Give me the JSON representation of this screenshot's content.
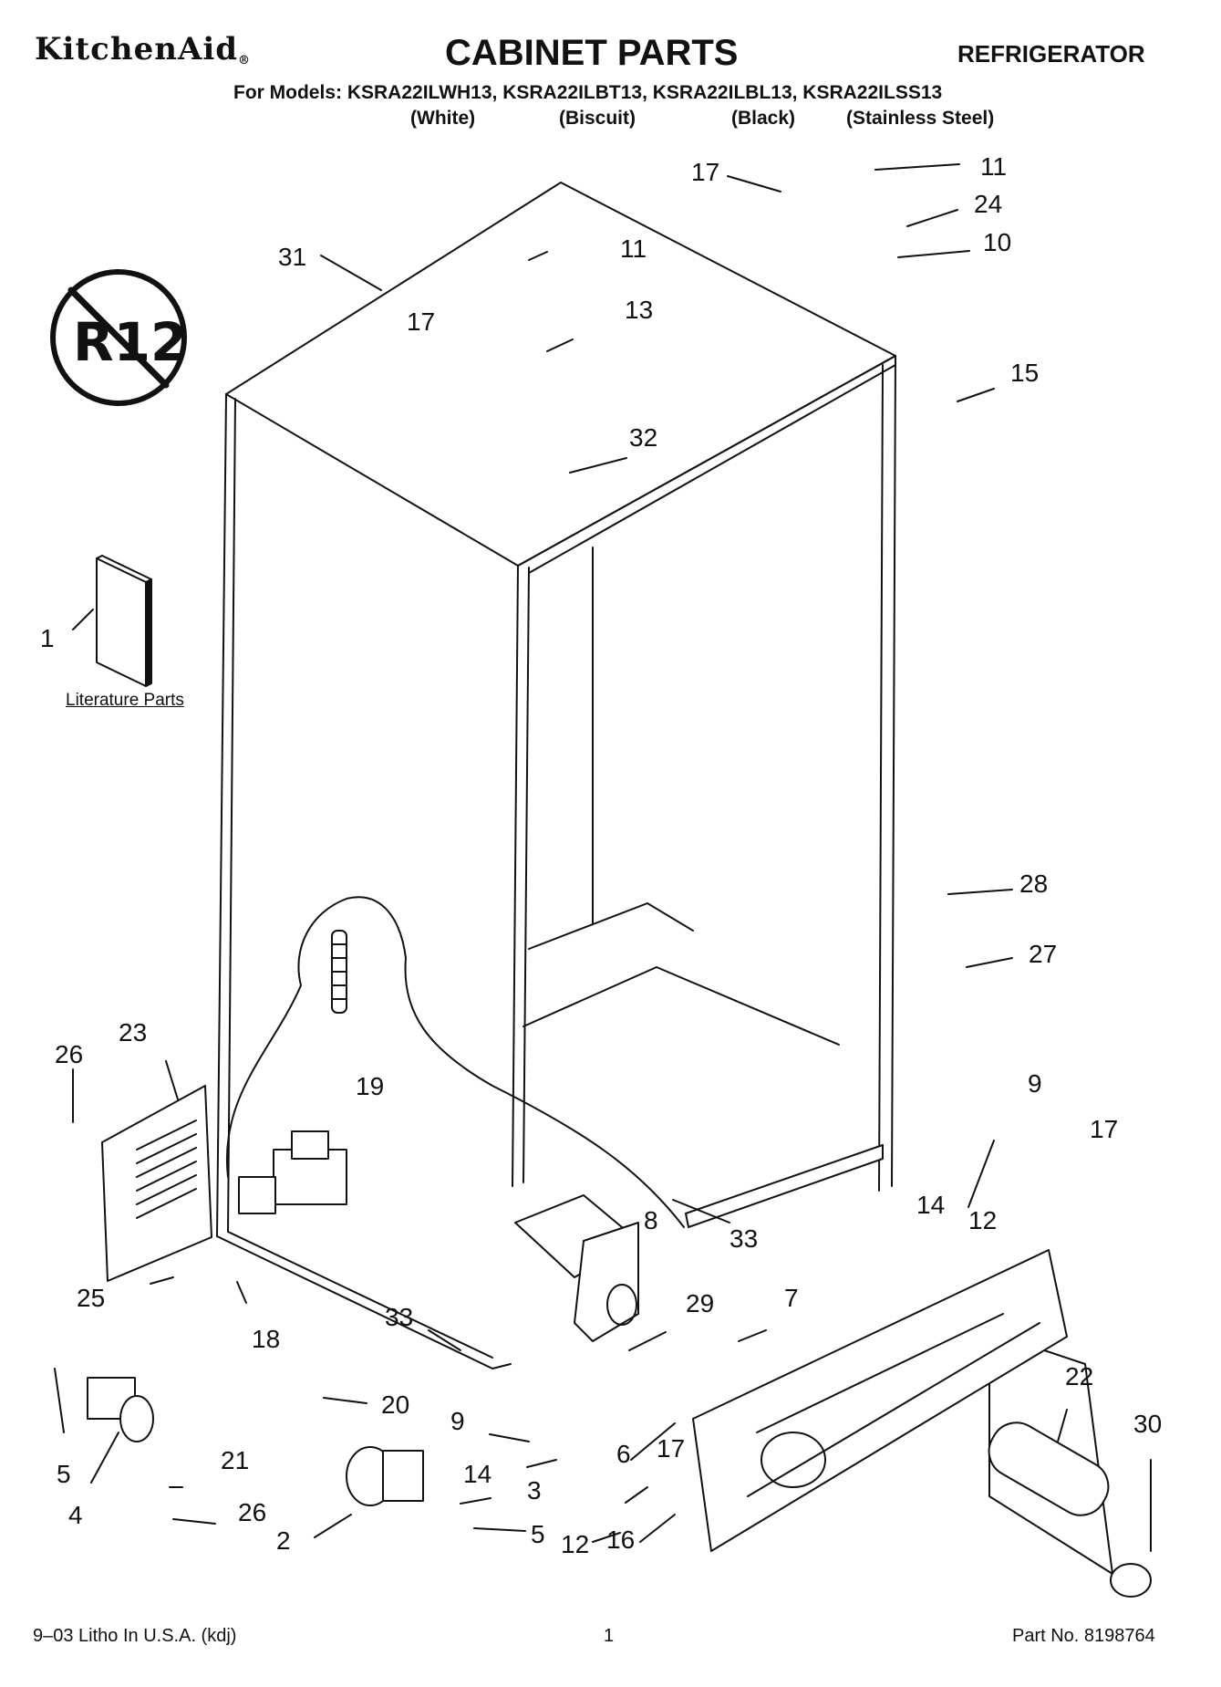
{
  "header": {
    "brand": "KitchenAid",
    "brand_mark": "®",
    "title": "CABINET PARTS",
    "product": "REFRIGERATOR",
    "models_line": "For Models: KSRA22ILWH13, KSRA22ILBT13, KSRA22ILBL13, KSRA22ILSS13",
    "variants": [
      "(White)",
      "(Biscuit)",
      "(Black)",
      "(Stainless Steel)"
    ]
  },
  "badge": {
    "text": "R12",
    "meaning": "no R12 refrigerant"
  },
  "literature_label": "Literature Parts",
  "callouts": [
    "31",
    "17",
    "11",
    "13",
    "32",
    "17",
    "11",
    "24",
    "10",
    "15",
    "1",
    "28",
    "27",
    "19",
    "23",
    "26",
    "9",
    "17",
    "14",
    "12",
    "8",
    "33",
    "25",
    "18",
    "29",
    "7",
    "33",
    "20",
    "22",
    "30",
    "9",
    "6",
    "17",
    "5",
    "21",
    "14",
    "3",
    "4",
    "26",
    "2",
    "5",
    "12",
    "16"
  ],
  "footer": {
    "left": "9–03 Litho In U.S.A. (kdj)",
    "center": "1",
    "right": "Part No. 8198764"
  }
}
